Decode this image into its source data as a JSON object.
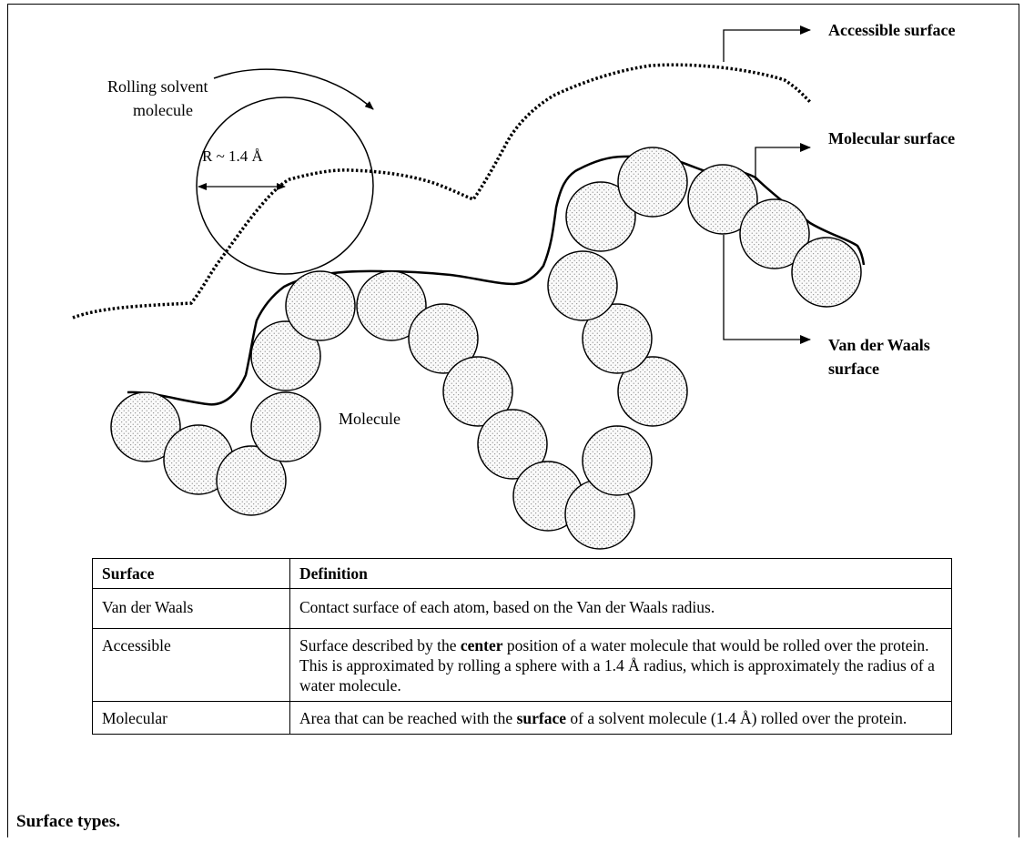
{
  "diagram": {
    "labels": {
      "rolling_solvent_line1": "Rolling solvent",
      "rolling_solvent_line2": "molecule",
      "radius": "R ~ 1.4 Å",
      "molecule": "Molecule",
      "accessible_surface": "Accessible surface",
      "molecular_surface": "Molecular surface",
      "vdw_surface_line1": "Van der Waals",
      "vdw_surface_line2": "surface"
    }
  },
  "table": {
    "headers": {
      "surface": "Surface",
      "definition": "Definition"
    },
    "rows": [
      {
        "surface": "Van der Waals",
        "definition": "Contact surface of each atom, based on the Van der Waals radius."
      },
      {
        "surface": "Accessible",
        "definition_pre": "Surface described by the ",
        "definition_bold": "center",
        "definition_post": " position of a water molecule that would be rolled over the protein. This is approximated by rolling a sphere with a 1.4 Å radius, which is approximately the radius of a water molecule."
      },
      {
        "surface": "Molecular",
        "definition_pre": "Area that can be reached with the ",
        "definition_bold": "surface",
        "definition_post": " of a solvent molecule (1.4 Å) rolled over the protein."
      }
    ]
  },
  "caption": "Surface types.",
  "colors": {
    "stroke": "#000000",
    "atom_fill": "#f2f2f2",
    "stipple": "#555555"
  }
}
